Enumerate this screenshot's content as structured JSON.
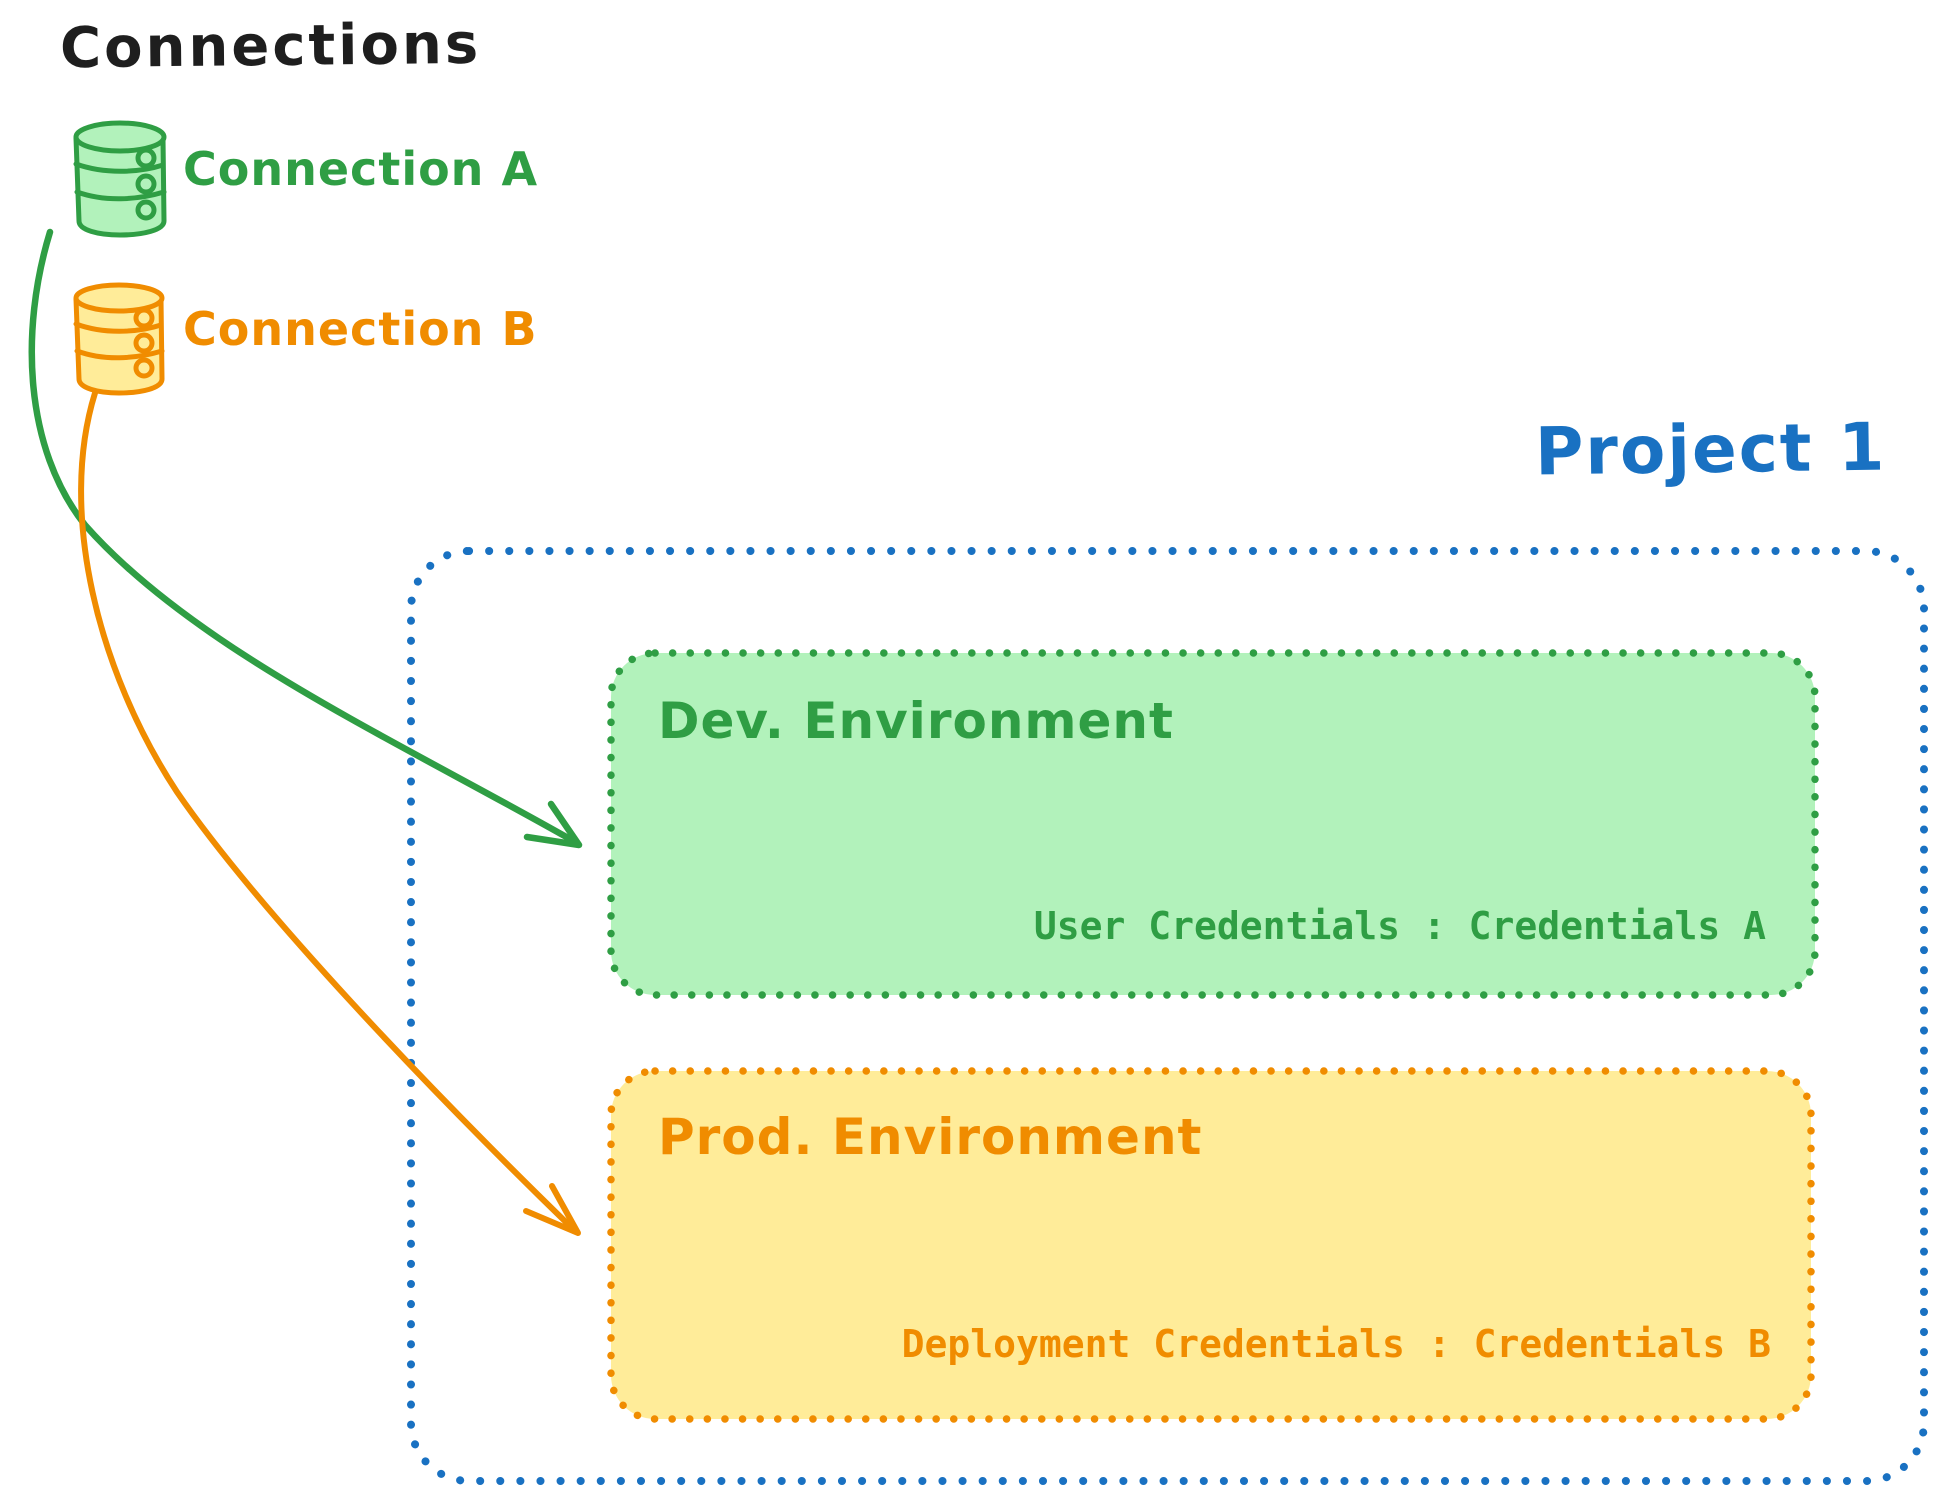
{
  "title": "Connections",
  "connections": [
    {
      "id": "connection-a",
      "label": "Connection A",
      "color": "#2f9e44",
      "fill": "#b2f2bb"
    },
    {
      "id": "connection-b",
      "label": "Connection B",
      "color": "#f08c00",
      "fill": "#ffec99"
    }
  ],
  "project": {
    "label": "Project 1",
    "color": "#1971c2",
    "environments": [
      {
        "title": "Dev. Environment",
        "credentials_label": "User Credentials : Credentials A",
        "color": "#2f9e44",
        "fill": "#b2f2bb",
        "source_connection": "Connection A"
      },
      {
        "title": "Prod. Environment",
        "credentials_label": "Deployment Credentials : Credentials B",
        "color": "#f08c00",
        "fill": "#ffec99",
        "source_connection": "Connection B"
      }
    ]
  },
  "colors": {
    "ink": "#1e1e1e",
    "green": "#2f9e44",
    "green_fill": "#b2f2bb",
    "orange": "#f08c00",
    "orange_fill": "#ffec99",
    "blue": "#1971c2",
    "background": "#ffffff"
  }
}
